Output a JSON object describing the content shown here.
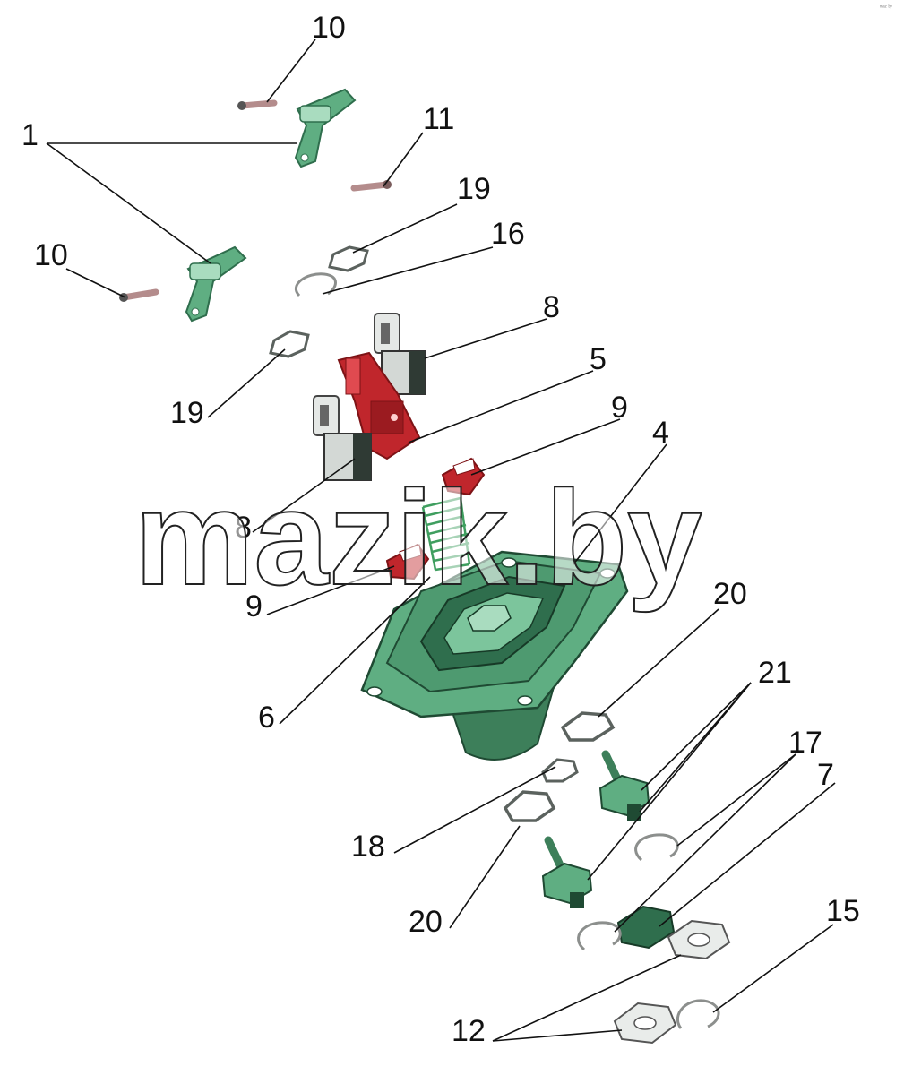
{
  "watermark": "mazik.by",
  "corner_mark": "ᵐᵃᶻ ᵇʸ",
  "colors": {
    "green_part": "#5fae82",
    "green_dark": "#2f6e4d",
    "green_light": "#a9dcbf",
    "red_part": "#c0262c",
    "red_dark": "#7d1316",
    "washer": "#9aa39e",
    "white_nut": "#e9ecea",
    "pin": "#c8a3a3"
  },
  "labels": {
    "l10a": "10",
    "l1": "1",
    "l11": "11",
    "l19a": "19",
    "l16": "16",
    "l10b": "10",
    "l8a": "8",
    "l5": "5",
    "l19b": "19",
    "l9a": "9",
    "l4": "4",
    "l8b": "8",
    "l9b": "9",
    "l20a": "20",
    "l6": "6",
    "l21": "21",
    "l17": "17",
    "l7": "7",
    "l18": "18",
    "l20b": "20",
    "l15": "15",
    "l12": "12"
  }
}
